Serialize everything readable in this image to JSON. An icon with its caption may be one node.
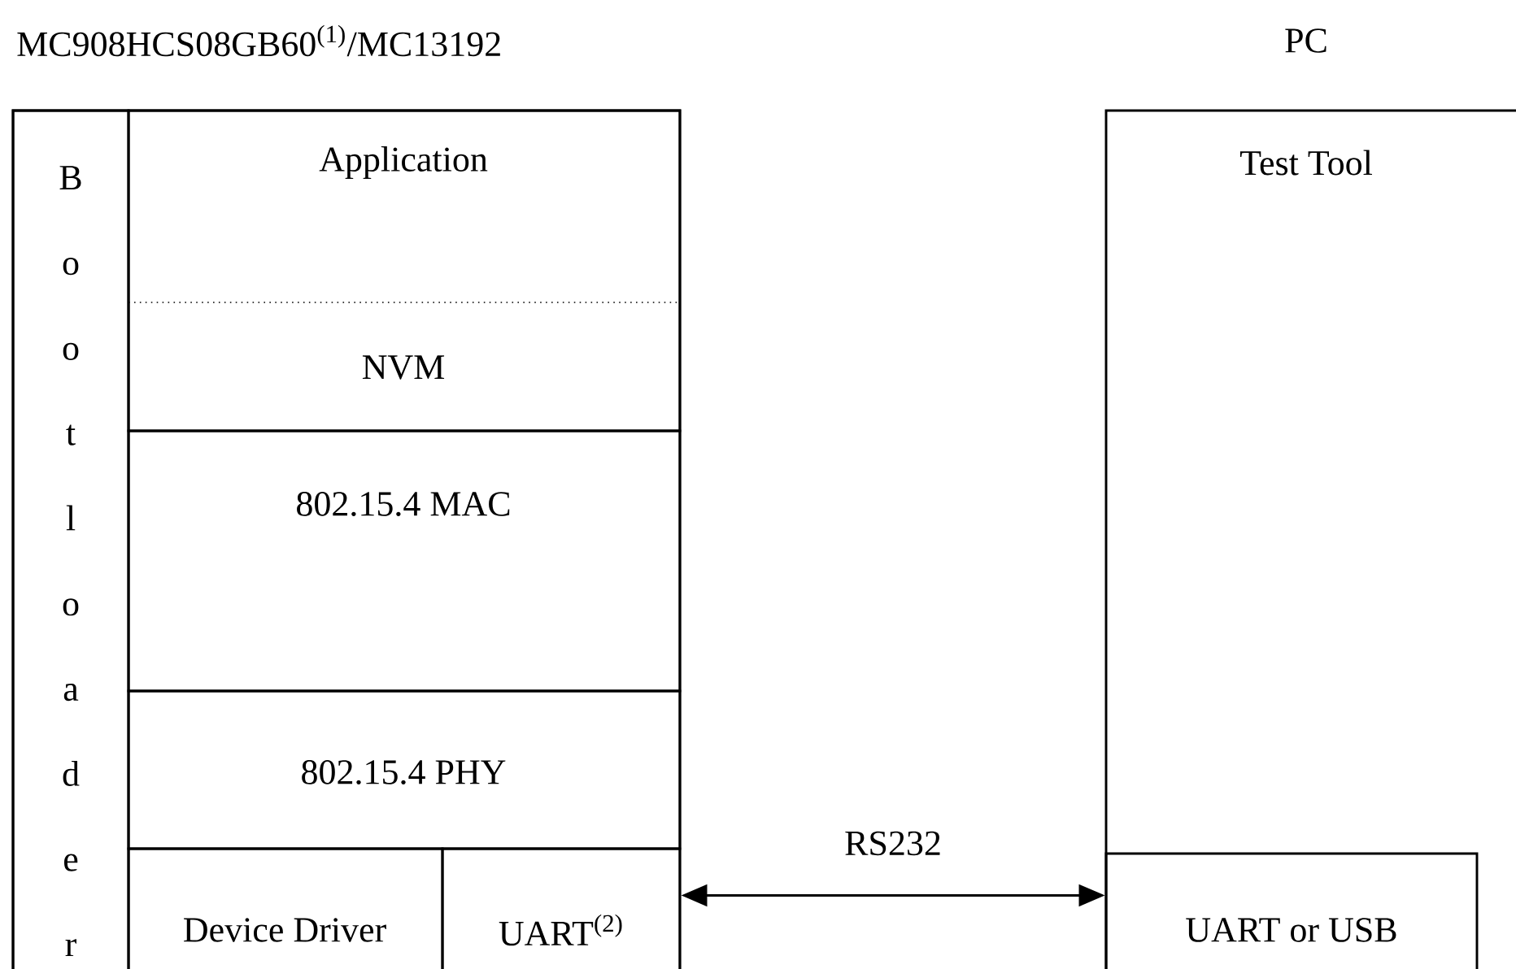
{
  "diagram": {
    "nodes": [
      {
        "text": [
          "MC908HCS08GB60$^{(1)}$/MC13192"
        ]
      },
      {
        "text": [
          "B o o t l o a d e r"
        ],
        "in": 0
      },
      {
        "text": [
          "Application"
        ],
        "in": 0
      },
      {
        "text": [
          "NVM"
        ],
        "in": 0
      },
      {
        "text": [
          "802.15.4 MAC"
        ],
        "in": 0
      },
      {
        "text": [
          "802.15.4 PHY"
        ],
        "in": 0
      },
      {
        "text": [
          "Device Driver"
        ],
        "in": 0
      },
      {
        "text": [
          "UART$^{(2)}$"
        ],
        "in": 0
      },
      {
        "text": [
          "PC",
          "Test Tool"
        ]
      },
      {
        "text": [
          "UART or USB"
        ],
        "in": 8
      }
    ],
    "edges": [
      {
        "from": 7,
        "to": 9,
        "arrow": "both",
        "label": "RS232"
      }
    ]
  }
}
